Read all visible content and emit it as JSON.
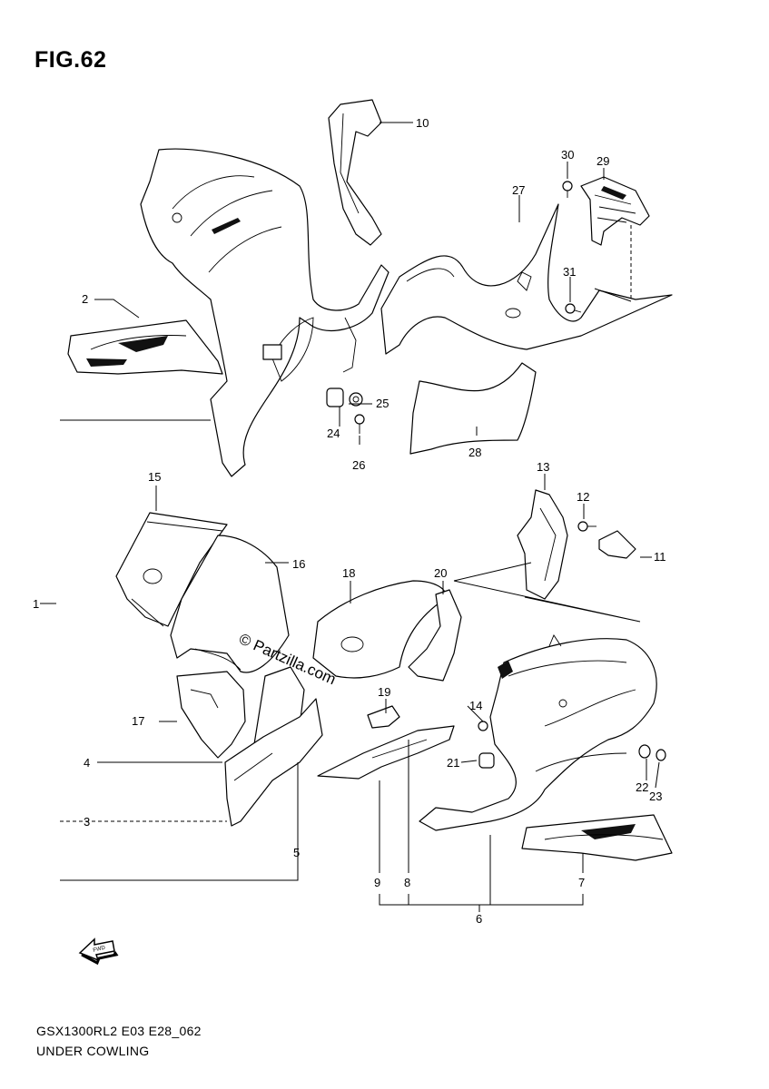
{
  "title": "FIG.62",
  "model_code": "GSX1300RL2 E03 E28_062",
  "section_name": "UNDER COWLING",
  "watermark": "© Partzilla.com",
  "fwd_label": "FWD",
  "callouts": {
    "c1": "1",
    "c2": "2",
    "c3": "3",
    "c4": "4",
    "c5": "5",
    "c6": "6",
    "c7": "7",
    "c8": "8",
    "c9": "9",
    "c10": "10",
    "c11": "11",
    "c12": "12",
    "c13": "13",
    "c14": "14",
    "c15": "15",
    "c16": "16",
    "c17": "17",
    "c18": "18",
    "c19": "19",
    "c20": "20",
    "c21": "21",
    "c22": "22",
    "c23": "23",
    "c24": "24",
    "c25": "25",
    "c26": "26",
    "c27": "27",
    "c28": "28",
    "c29": "29",
    "c30": "30",
    "c31": "31"
  }
}
